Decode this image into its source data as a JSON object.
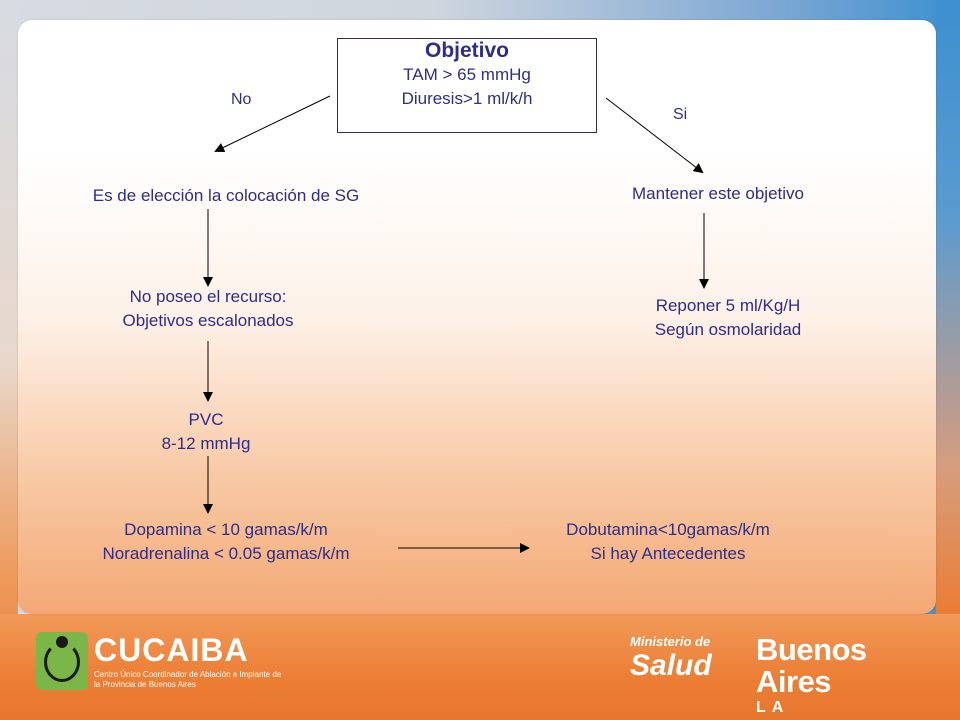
{
  "objective": {
    "title": "Objetivo",
    "line1": "TAM > 65 mmHg",
    "line2": "Diuresis>1 ml/k/h"
  },
  "branches": {
    "no_label": "No",
    "si_label": "Si"
  },
  "left_column": {
    "step1": "Es de elección la colocación de SG",
    "step2_line1": "No poseo el recurso:",
    "step2_line2": "Objetivos escalonados",
    "step3_line1": "PVC",
    "step3_line2": "8-12 mmHg",
    "step4_line1": "Dopamina < 10 gamas/k/m",
    "step4_line2": "Noradrenalina < 0.05 gamas/k/m"
  },
  "right_column": {
    "step1": "Mantener este objetivo",
    "step2_line1": "Reponer 5 ml/Kg/H",
    "step2_line2": "Según osmolaridad",
    "step3_line1": "Dobutamina<10gamas/k/m",
    "step3_line2": "Si hay Antecedentes"
  },
  "footer": {
    "cucaiba_name": "CUCAIBA",
    "cucaiba_sub": "Centro Único Coordinador de Ablación e Implante de la Provincia de Buenos Aires",
    "ministerio_small": "Ministerio de",
    "ministerio_big": "Salud",
    "ba_big": "Buenos Aires",
    "ba_small": "LA PROVINCIA"
  },
  "colors": {
    "text": "#2d2d8a",
    "footer_orange": "#e8772e",
    "accent_blue": "#3d8fd0"
  }
}
